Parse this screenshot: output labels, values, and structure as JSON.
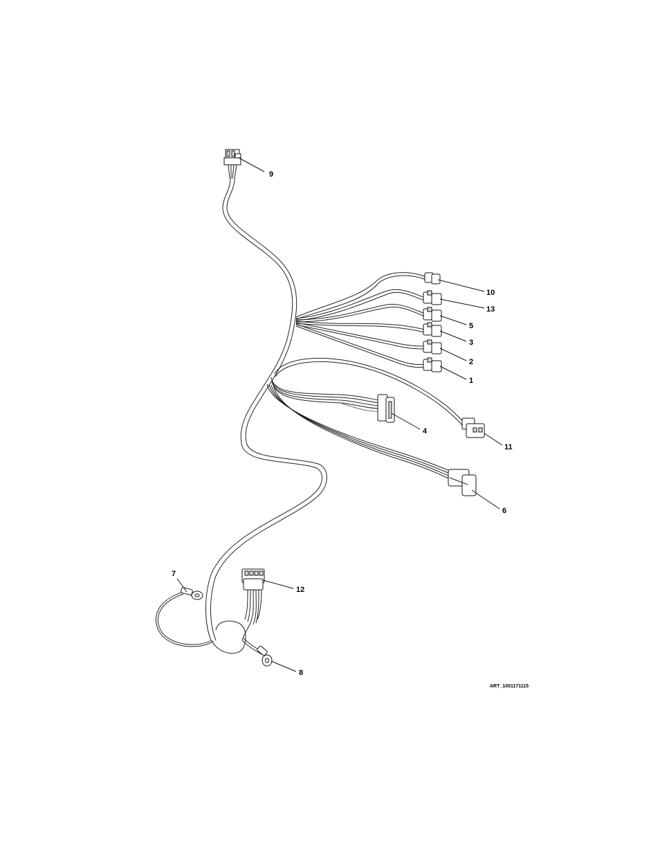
{
  "diagram": {
    "art_reference": "ART_1001171115",
    "callouts": {
      "c1": "1",
      "c2": "2",
      "c3": "3",
      "c4": "4",
      "c5": "5",
      "c6": "6",
      "c7": "7",
      "c8": "8",
      "c9": "9",
      "c10": "10",
      "c11": "11",
      "c12": "12",
      "c13": "13"
    }
  }
}
